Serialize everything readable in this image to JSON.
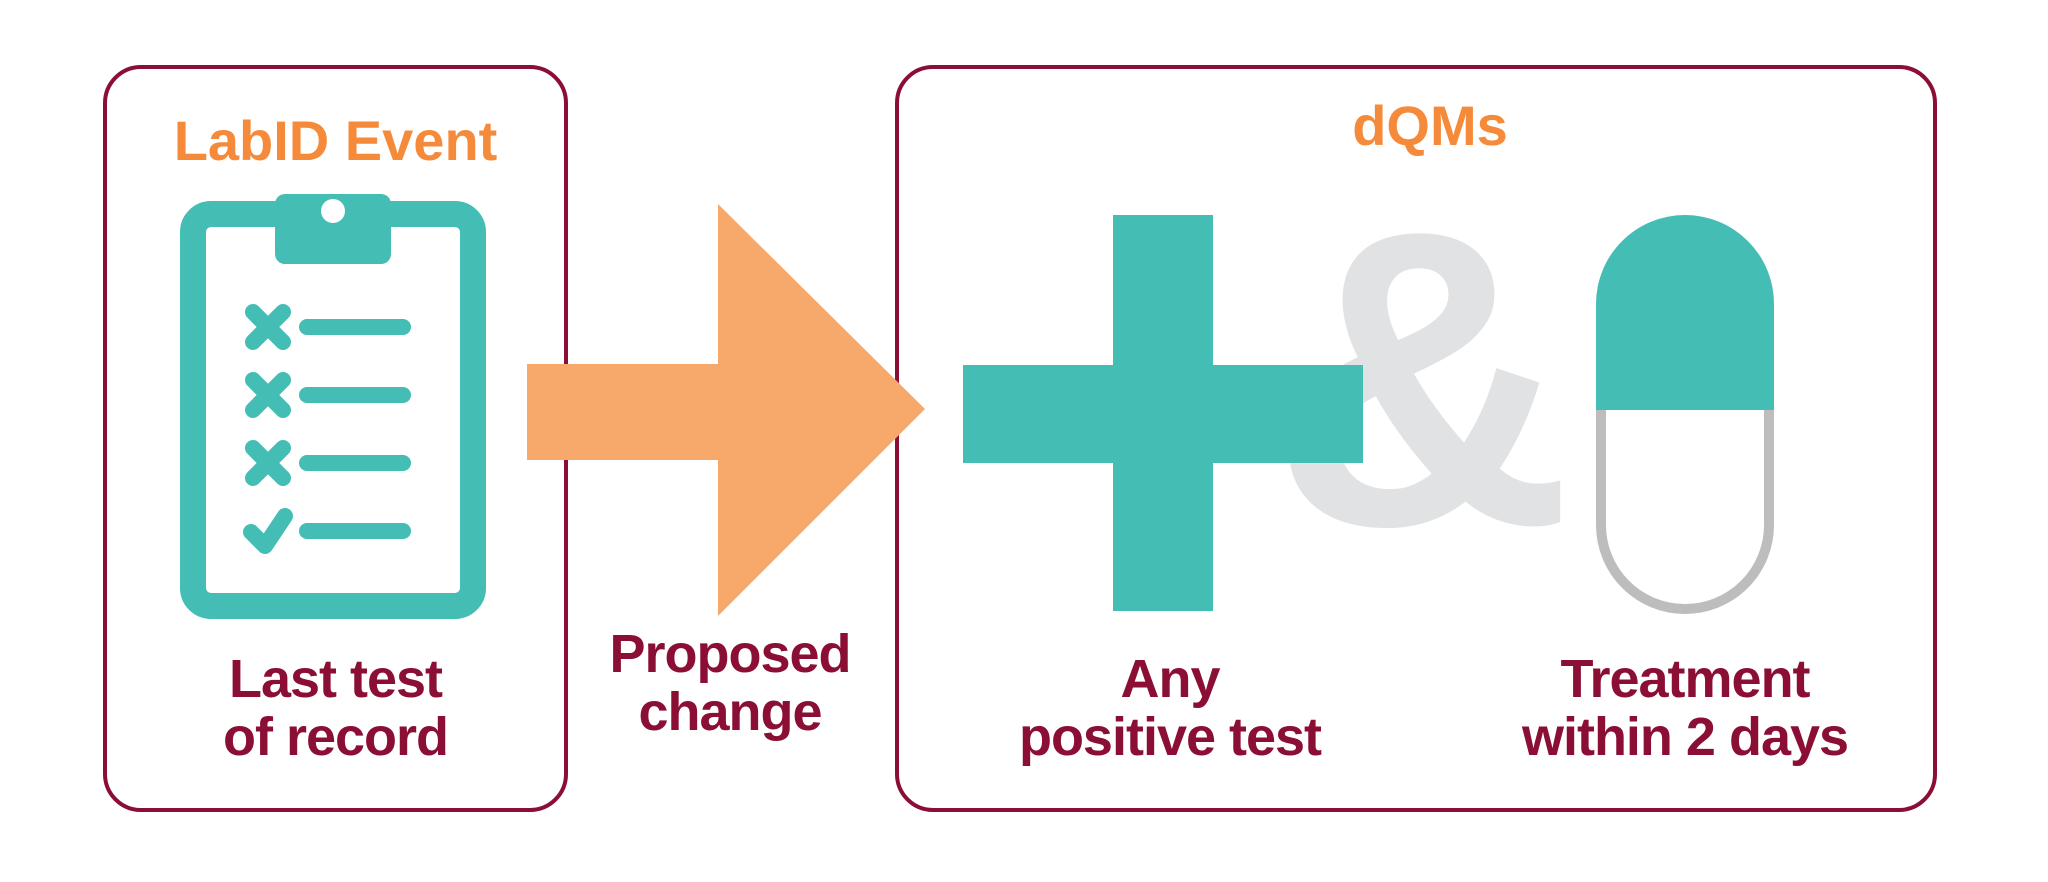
{
  "diagram": {
    "left_panel": {
      "title": "LabID Event",
      "icon": "clipboard-checklist-icon",
      "caption_line1": "Last test",
      "caption_line2": "of record"
    },
    "connector": {
      "icon": "arrow-right-icon",
      "caption_line1": "Proposed",
      "caption_line2": "change"
    },
    "right_panel": {
      "title": "dQMs",
      "items": [
        {
          "icon": "plus-icon",
          "caption_line1": "Any",
          "caption_line2": "positive test"
        },
        {
          "icon": "pill-capsule-icon",
          "caption_line1": "Treatment",
          "caption_line2": "within 2 days"
        }
      ],
      "joiner": "&"
    },
    "colors": {
      "border": "#8B0E35",
      "title": "#F58B3A",
      "caption": "#8B0E35",
      "teal": "#44BDB5",
      "arrow": "#F7A96B",
      "ampersand": "#E1E2E3",
      "pill_outline": "#BDBDBD"
    }
  }
}
